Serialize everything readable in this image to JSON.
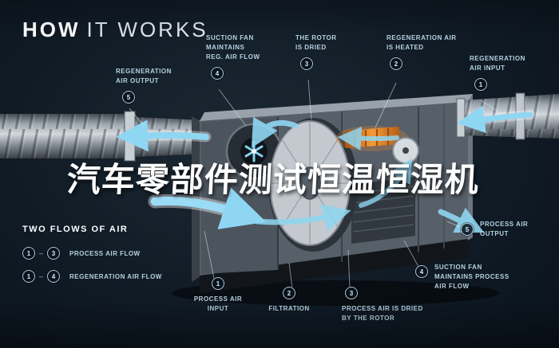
{
  "title": {
    "word1": "HOW",
    "word2": "IT WORKS"
  },
  "watermark": "汽车零部件测试恒温恒湿机",
  "callouts": [
    {
      "num": "5",
      "label": "REGENERATION\nAIR OUTPUT"
    },
    {
      "num": "4",
      "label": "SUCTION FAN\nMAINTAINS\nREG. AIR FLOW"
    },
    {
      "num": "3",
      "label": "THE ROTOR\nIS DRIED"
    },
    {
      "num": "2",
      "label": "REGENERATION AIR\nIS HEATED"
    },
    {
      "num": "1",
      "label": "REGENERATION\nAIR INPUT"
    },
    {
      "num": "5",
      "label": "PROCESS AIR\nOUTPUT"
    },
    {
      "num": "4",
      "label": "SUCTION FAN\nMAINTAINS PROCESS\nAIR FLOW"
    },
    {
      "num": "1",
      "label": "PROCESS AIR\nINPUT"
    },
    {
      "num": "2",
      "label": "FILTRATION"
    },
    {
      "num": "3",
      "label": "PROCESS AIR IS DRIED\nBY THE ROTOR"
    }
  ],
  "legend": {
    "title": "TWO FLOWS OF AIR",
    "dash": "–",
    "rows": [
      {
        "from": "1",
        "to": "3",
        "label": "PROCESS AIR FLOW"
      },
      {
        "from": "1",
        "to": "4",
        "label": "REGENERATION AIR FLOW"
      }
    ]
  },
  "colors": {
    "accent_cyan": "#8fd6f2",
    "heater_orange": "#f09030",
    "background": "#101b26",
    "label_text": "#b6d2e0"
  }
}
